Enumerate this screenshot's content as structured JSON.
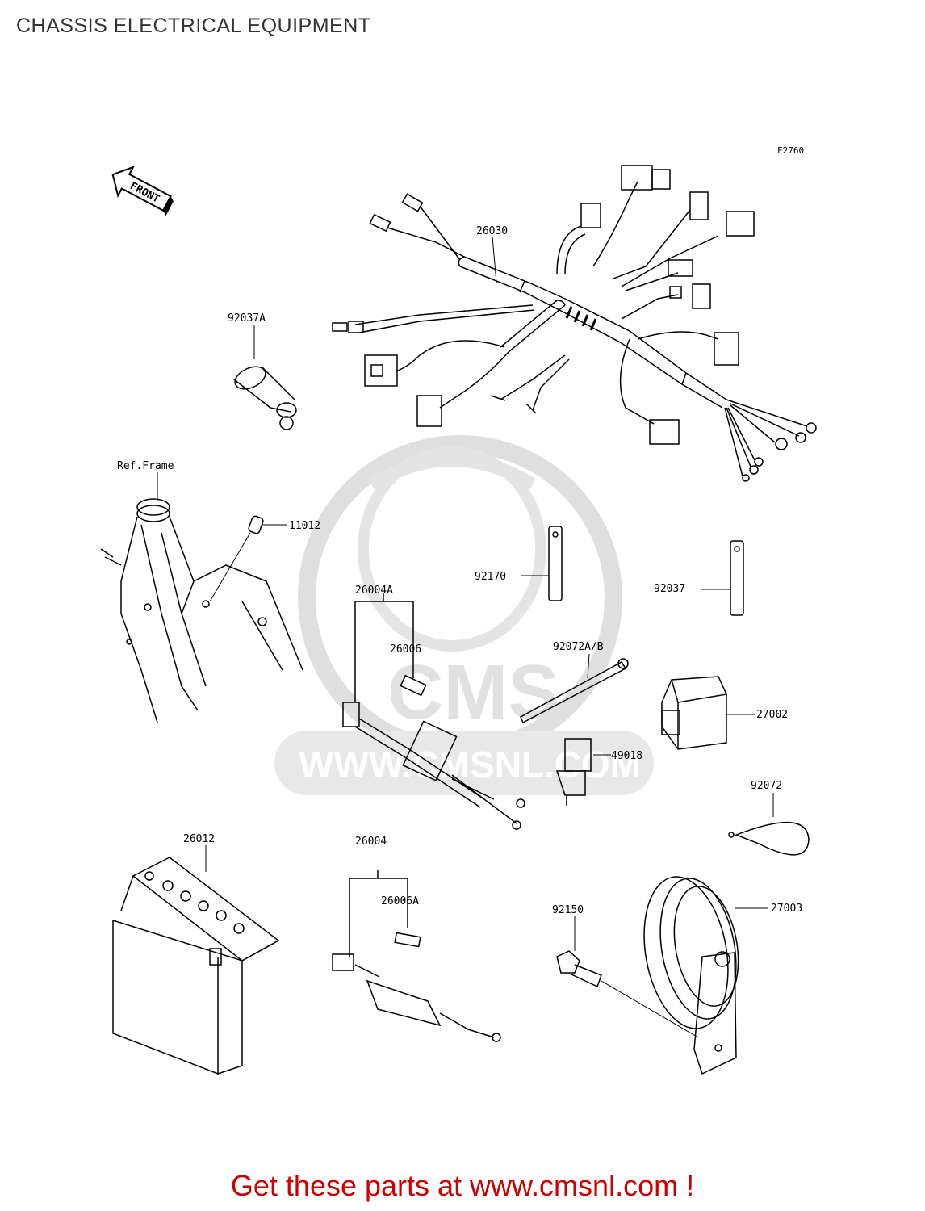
{
  "page_title": "CHASSIS ELECTRICAL EQUIPMENT",
  "figure_code": "F2760",
  "front_arrow_label": "FRONT",
  "ref_frame_label": "Ref.Frame",
  "parts": {
    "p26030": "26030",
    "p92037A": "92037A",
    "p11012": "11012",
    "p26004A": "26004A",
    "p26006": "26006",
    "p92170": "92170",
    "p92037": "92037",
    "p92072AB": "92072A/B",
    "p27002": "27002",
    "p49018": "49018",
    "p92072": "92072",
    "p26012": "26012",
    "p26004": "26004",
    "p26006A": "26006A",
    "p92150": "92150",
    "p27003": "27003"
  },
  "watermark": {
    "logo_text": "CMS",
    "url_text": "WWW.CMSNL.COM"
  },
  "footer": {
    "banner_text": "Get these parts at www.cmsnl.com !"
  },
  "colors": {
    "banner": "#cc0000",
    "watermark": "#dcdcdc",
    "line": "#000000"
  }
}
